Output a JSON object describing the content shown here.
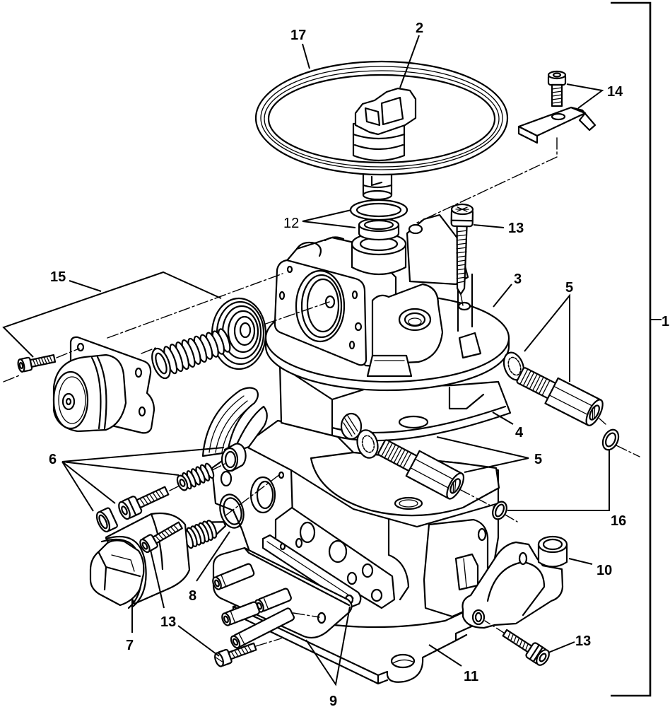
{
  "diagram": {
    "callouts": [
      {
        "label": "17"
      },
      {
        "label": "2"
      },
      {
        "label": "14"
      },
      {
        "label": "12"
      },
      {
        "label": "13"
      },
      {
        "label": "3"
      },
      {
        "label": "5"
      },
      {
        "label": "15"
      },
      {
        "label": "1"
      },
      {
        "label": "4"
      },
      {
        "label": "5"
      },
      {
        "label": "6"
      },
      {
        "label": "16"
      },
      {
        "label": "10"
      },
      {
        "label": "8"
      },
      {
        "label": "13"
      },
      {
        "label": "7"
      },
      {
        "label": "13"
      },
      {
        "label": "11"
      },
      {
        "label": "9"
      }
    ]
  },
  "colors": {
    "ink": "#000000",
    "paper": "#ffffff"
  }
}
